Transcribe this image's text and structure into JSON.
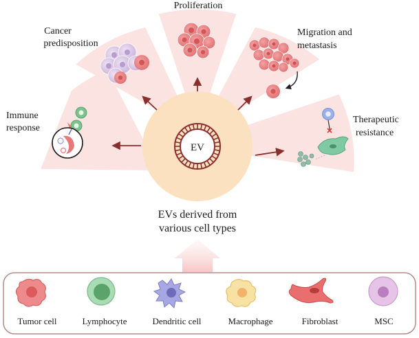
{
  "center": {
    "ev_label": "EV",
    "caption_line1": "EVs derived from",
    "caption_line2": "various cell types"
  },
  "panels": {
    "cancer_predisposition": {
      "line1": "Cancer",
      "line2": "predisposition"
    },
    "proliferation": {
      "line1": "Proliferation"
    },
    "migration_metastasis": {
      "line1": "Migration and",
      "line2": "metastasis"
    },
    "immune_response": {
      "line1": "Immune",
      "line2": "response"
    },
    "therapeutic_resistance": {
      "line1": "Therapeutic",
      "line2": "resistance"
    }
  },
  "cell_types": [
    {
      "label": "Tumor cell"
    },
    {
      "label": "Lymphocyte"
    },
    {
      "label": "Dendritic cell"
    },
    {
      "label": "Macrophage"
    },
    {
      "label": "Fibroblast"
    },
    {
      "label": "MSC"
    }
  ],
  "colors": {
    "panel_fill": "#fbe3e1",
    "center_disc": "#fbe1bf",
    "arrow": "#8b2e2e",
    "ev_ring": "#8b2e2e",
    "box_border": "#b58a8a",
    "tumor": "#e8777a",
    "lymphocyte": "#7cc28d",
    "dendritic": "#9a9ad8",
    "macrophage": "#f5d98a",
    "fibroblast": "#e25f5f",
    "msc": "#d7a8d8"
  }
}
